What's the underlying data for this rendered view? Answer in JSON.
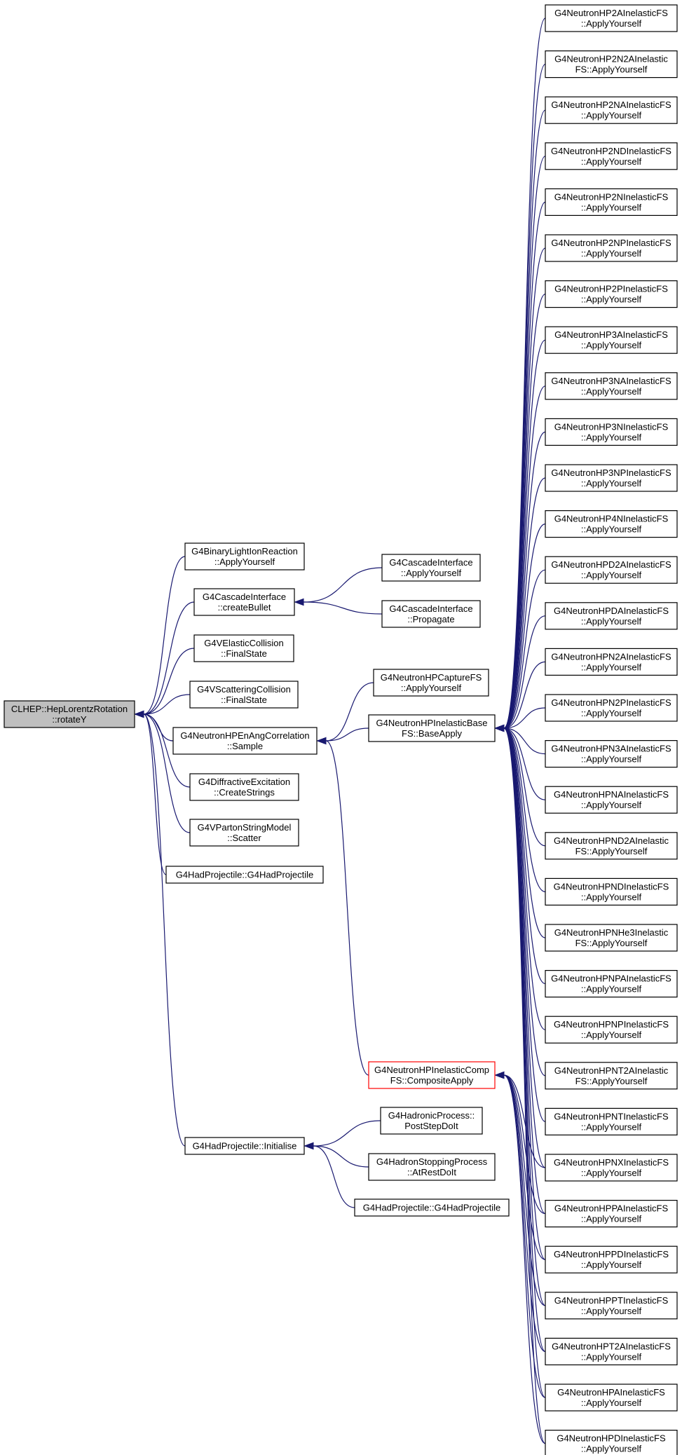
{
  "diagram": {
    "root": {
      "id": "root",
      "lines": [
        "CLHEP::HepLorentzRotation",
        "::rotateY"
      ]
    },
    "nodes": [
      {
        "id": "binaryLight",
        "lines": [
          "G4BinaryLightIonReaction",
          "::ApplyYourself"
        ]
      },
      {
        "id": "cascadeCreateBullet",
        "lines": [
          "G4CascadeInterface",
          "::createBullet"
        ]
      },
      {
        "id": "velastic",
        "lines": [
          "G4VElasticCollision",
          "::FinalState"
        ]
      },
      {
        "id": "vscattering",
        "lines": [
          "G4VScatteringCollision",
          "::FinalState"
        ]
      },
      {
        "id": "enAngSample",
        "lines": [
          "G4NeutronHPEnAngCorrelation",
          "::Sample"
        ]
      },
      {
        "id": "diffractive",
        "lines": [
          "G4DiffractiveExcitation",
          "::CreateStrings"
        ]
      },
      {
        "id": "vparton",
        "lines": [
          "G4VPartonStringModel",
          "::Scatter"
        ]
      },
      {
        "id": "hadProjCtor1",
        "lines": [
          "G4HadProjectile::G4HadProjectile"
        ]
      },
      {
        "id": "hadProjInit",
        "lines": [
          "G4HadProjectile::Initialise"
        ]
      },
      {
        "id": "cascadeApply",
        "lines": [
          "G4CascadeInterface",
          "::ApplyYourself"
        ]
      },
      {
        "id": "cascadePropagate",
        "lines": [
          "G4CascadeInterface",
          "::Propagate"
        ]
      },
      {
        "id": "captureFS",
        "lines": [
          "G4NeutronHPCaptureFS",
          "::ApplyYourself"
        ]
      },
      {
        "id": "inelasticBase",
        "lines": [
          "G4NeutronHPInelasticBase",
          "FS::BaseApply"
        ]
      },
      {
        "id": "inelasticComp",
        "lines": [
          "G4NeutronHPInelasticComp",
          "FS::CompositeApply"
        ],
        "highlight": "red"
      },
      {
        "id": "hadronicProcess",
        "lines": [
          "G4HadronicProcess::",
          "PostStepDoIt"
        ]
      },
      {
        "id": "hadronStopping",
        "lines": [
          "G4HadronStoppingProcess",
          "::AtRestDoIt"
        ]
      },
      {
        "id": "hadProjCtor2",
        "lines": [
          "G4HadProjectile::G4HadProjectile"
        ]
      },
      {
        "id": "r2A",
        "lines": [
          "G4NeutronHP2AInelasticFS",
          "::ApplyYourself"
        ]
      },
      {
        "id": "r2N2A",
        "lines": [
          "G4NeutronHP2N2AInelastic",
          "FS::ApplyYourself"
        ]
      },
      {
        "id": "r2NA",
        "lines": [
          "G4NeutronHP2NAInelasticFS",
          "::ApplyYourself"
        ]
      },
      {
        "id": "r2ND",
        "lines": [
          "G4NeutronHP2NDInelasticFS",
          "::ApplyYourself"
        ]
      },
      {
        "id": "r2N",
        "lines": [
          "G4NeutronHP2NInelasticFS",
          "::ApplyYourself"
        ]
      },
      {
        "id": "r2NP",
        "lines": [
          "G4NeutronHP2NPInelasticFS",
          "::ApplyYourself"
        ]
      },
      {
        "id": "r2P",
        "lines": [
          "G4NeutronHP2PInelasticFS",
          "::ApplyYourself"
        ]
      },
      {
        "id": "r3A",
        "lines": [
          "G4NeutronHP3AInelasticFS",
          "::ApplyYourself"
        ]
      },
      {
        "id": "r3NA",
        "lines": [
          "G4NeutronHP3NAInelasticFS",
          "::ApplyYourself"
        ]
      },
      {
        "id": "r3N",
        "lines": [
          "G4NeutronHP3NInelasticFS",
          "::ApplyYourself"
        ]
      },
      {
        "id": "r3NP",
        "lines": [
          "G4NeutronHP3NPInelasticFS",
          "::ApplyYourself"
        ]
      },
      {
        "id": "r4N",
        "lines": [
          "G4NeutronHP4NInelasticFS",
          "::ApplyYourself"
        ]
      },
      {
        "id": "rD2A",
        "lines": [
          "G4NeutronHPD2AInelasticFS",
          "::ApplyYourself"
        ]
      },
      {
        "id": "rDA",
        "lines": [
          "G4NeutronHPDAInelasticFS",
          "::ApplyYourself"
        ]
      },
      {
        "id": "rN2A",
        "lines": [
          "G4NeutronHPN2AInelasticFS",
          "::ApplyYourself"
        ]
      },
      {
        "id": "rN2P",
        "lines": [
          "G4NeutronHPN2PInelasticFS",
          "::ApplyYourself"
        ]
      },
      {
        "id": "rN3A",
        "lines": [
          "G4NeutronHPN3AInelasticFS",
          "::ApplyYourself"
        ]
      },
      {
        "id": "rNA",
        "lines": [
          "G4NeutronHPNAInelasticFS",
          "::ApplyYourself"
        ]
      },
      {
        "id": "rND2A",
        "lines": [
          "G4NeutronHPND2AInelastic",
          "FS::ApplyYourself"
        ]
      },
      {
        "id": "rND",
        "lines": [
          "G4NeutronHPNDInelasticFS",
          "::ApplyYourself"
        ]
      },
      {
        "id": "rNHe3",
        "lines": [
          "G4NeutronHPNHe3Inelastic",
          "FS::ApplyYourself"
        ]
      },
      {
        "id": "rNPA",
        "lines": [
          "G4NeutronHPNPAInelasticFS",
          "::ApplyYourself"
        ]
      },
      {
        "id": "rNP",
        "lines": [
          "G4NeutronHPNPInelasticFS",
          "::ApplyYourself"
        ]
      },
      {
        "id": "rNT2A",
        "lines": [
          "G4NeutronHPNT2AInelastic",
          "FS::ApplyYourself"
        ]
      },
      {
        "id": "rNT",
        "lines": [
          "G4NeutronHPNTInelasticFS",
          "::ApplyYourself"
        ]
      },
      {
        "id": "rNX",
        "lines": [
          "G4NeutronHPNXInelasticFS",
          "::ApplyYourself"
        ]
      },
      {
        "id": "rPA",
        "lines": [
          "G4NeutronHPPAInelasticFS",
          "::ApplyYourself"
        ]
      },
      {
        "id": "rPD",
        "lines": [
          "G4NeutronHPPDInelasticFS",
          "::ApplyYourself"
        ]
      },
      {
        "id": "rPT",
        "lines": [
          "G4NeutronHPPTInelasticFS",
          "::ApplyYourself"
        ]
      },
      {
        "id": "rT2A",
        "lines": [
          "G4NeutronHPT2AInelasticFS",
          "::ApplyYourself"
        ]
      },
      {
        "id": "rA",
        "lines": [
          "G4NeutronHPAInelasticFS",
          "::ApplyYourself"
        ]
      },
      {
        "id": "rD",
        "lines": [
          "G4NeutronHPDInelasticFS",
          "::ApplyYourself"
        ]
      }
    ],
    "edges": [
      {
        "from": "binaryLight",
        "to": "root"
      },
      {
        "from": "cascadeCreateBullet",
        "to": "root"
      },
      {
        "from": "velastic",
        "to": "root"
      },
      {
        "from": "vscattering",
        "to": "root"
      },
      {
        "from": "enAngSample",
        "to": "root"
      },
      {
        "from": "diffractive",
        "to": "root"
      },
      {
        "from": "vparton",
        "to": "root"
      },
      {
        "from": "hadProjCtor1",
        "to": "root"
      },
      {
        "from": "hadProjInit",
        "to": "root"
      },
      {
        "from": "cascadeApply",
        "to": "cascadeCreateBullet"
      },
      {
        "from": "cascadePropagate",
        "to": "cascadeCreateBullet"
      },
      {
        "from": "captureFS",
        "to": "enAngSample"
      },
      {
        "from": "inelasticBase",
        "to": "enAngSample"
      },
      {
        "from": "inelasticComp",
        "to": "enAngSample"
      },
      {
        "from": "hadronicProcess",
        "to": "hadProjInit"
      },
      {
        "from": "hadronStopping",
        "to": "hadProjInit"
      },
      {
        "from": "hadProjCtor2",
        "to": "hadProjInit"
      },
      {
        "from": "r2A",
        "to": "inelasticBase"
      },
      {
        "from": "r2N2A",
        "to": "inelasticBase"
      },
      {
        "from": "r2NA",
        "to": "inelasticBase"
      },
      {
        "from": "r2ND",
        "to": "inelasticBase"
      },
      {
        "from": "r2N",
        "to": "inelasticBase"
      },
      {
        "from": "r2NP",
        "to": "inelasticBase"
      },
      {
        "from": "r2P",
        "to": "inelasticBase"
      },
      {
        "from": "r3A",
        "to": "inelasticBase"
      },
      {
        "from": "r3NA",
        "to": "inelasticBase"
      },
      {
        "from": "r3N",
        "to": "inelasticBase"
      },
      {
        "from": "r3NP",
        "to": "inelasticBase"
      },
      {
        "from": "r4N",
        "to": "inelasticBase"
      },
      {
        "from": "rD2A",
        "to": "inelasticBase"
      },
      {
        "from": "rDA",
        "to": "inelasticBase"
      },
      {
        "from": "rN2A",
        "to": "inelasticBase"
      },
      {
        "from": "rN2P",
        "to": "inelasticBase"
      },
      {
        "from": "rN3A",
        "to": "inelasticBase"
      },
      {
        "from": "rNA",
        "to": "inelasticBase"
      },
      {
        "from": "rND2A",
        "to": "inelasticBase"
      },
      {
        "from": "rND",
        "to": "inelasticBase"
      },
      {
        "from": "rNHe3",
        "to": "inelasticBase"
      },
      {
        "from": "rNPA",
        "to": "inelasticBase"
      },
      {
        "from": "rNP",
        "to": "inelasticBase"
      },
      {
        "from": "rNT2A",
        "to": "inelasticBase"
      },
      {
        "from": "rNT",
        "to": "inelasticBase"
      },
      {
        "from": "rNX",
        "to": "inelasticBase"
      },
      {
        "from": "rPA",
        "to": "inelasticBase"
      },
      {
        "from": "rPD",
        "to": "inelasticBase"
      },
      {
        "from": "rPT",
        "to": "inelasticBase"
      },
      {
        "from": "rT2A",
        "to": "inelasticBase"
      },
      {
        "from": "rA",
        "to": "inelasticBase"
      },
      {
        "from": "rD",
        "to": "inelasticBase"
      },
      {
        "from": "rNX",
        "to": "inelasticComp"
      },
      {
        "from": "rPA",
        "to": "inelasticComp"
      },
      {
        "from": "rPD",
        "to": "inelasticComp"
      },
      {
        "from": "rPT",
        "to": "inelasticComp"
      },
      {
        "from": "rT2A",
        "to": "inelasticComp"
      },
      {
        "from": "rA",
        "to": "inelasticComp"
      },
      {
        "from": "rD",
        "to": "inelasticComp"
      }
    ],
    "colors": {
      "edge": "#191970",
      "root_fill": "#bfbfbf",
      "highlight_border": "#ff0000",
      "node_border": "#000000"
    }
  }
}
